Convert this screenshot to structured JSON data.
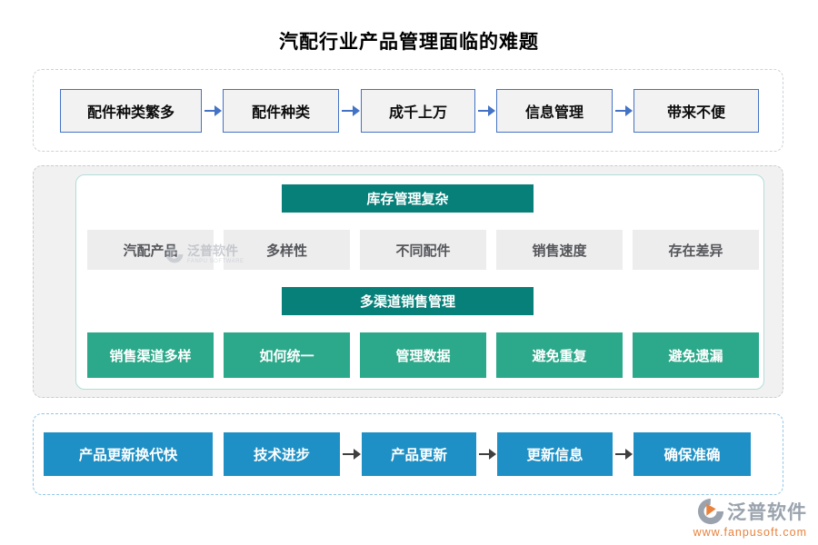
{
  "title": "汽配行业产品管理面临的难题",
  "colors": {
    "flow_box_border": "#4472c4",
    "flow_box_bg": "#f2f2f2",
    "teal_header_bg": "#068079",
    "gray_node_bg": "#ededee",
    "green_node_bg": "#2ca88a",
    "blue_node_bg": "#1f90c5",
    "dark_arrow": "#3f3f3f",
    "brand_orange": "#e8823c",
    "brand_gray": "#9aa3ad"
  },
  "top_flow": {
    "items": [
      "配件种类繁多",
      "配件种类",
      "成千上万",
      "信息管理",
      "带来不便"
    ]
  },
  "middle": {
    "header1": "库存管理复杂",
    "row1": [
      "汽配产品",
      "多样性",
      "不同配件",
      "销售速度",
      "存在差异"
    ],
    "header2": "多渠道销售管理",
    "row2": [
      "销售渠道多样",
      "如何统一",
      "管理数据",
      "避免重复",
      "避免遗漏"
    ]
  },
  "bottom_flow": {
    "items": [
      "产品更新换代快",
      "技术进步",
      "产品更新",
      "更新信息",
      "确保准确"
    ]
  },
  "watermark": {
    "text": "泛普软件",
    "subtext": "FANPU SOFTWARE"
  },
  "footer": {
    "brand": "泛普软件",
    "url": "www.fanpusoft.com"
  }
}
